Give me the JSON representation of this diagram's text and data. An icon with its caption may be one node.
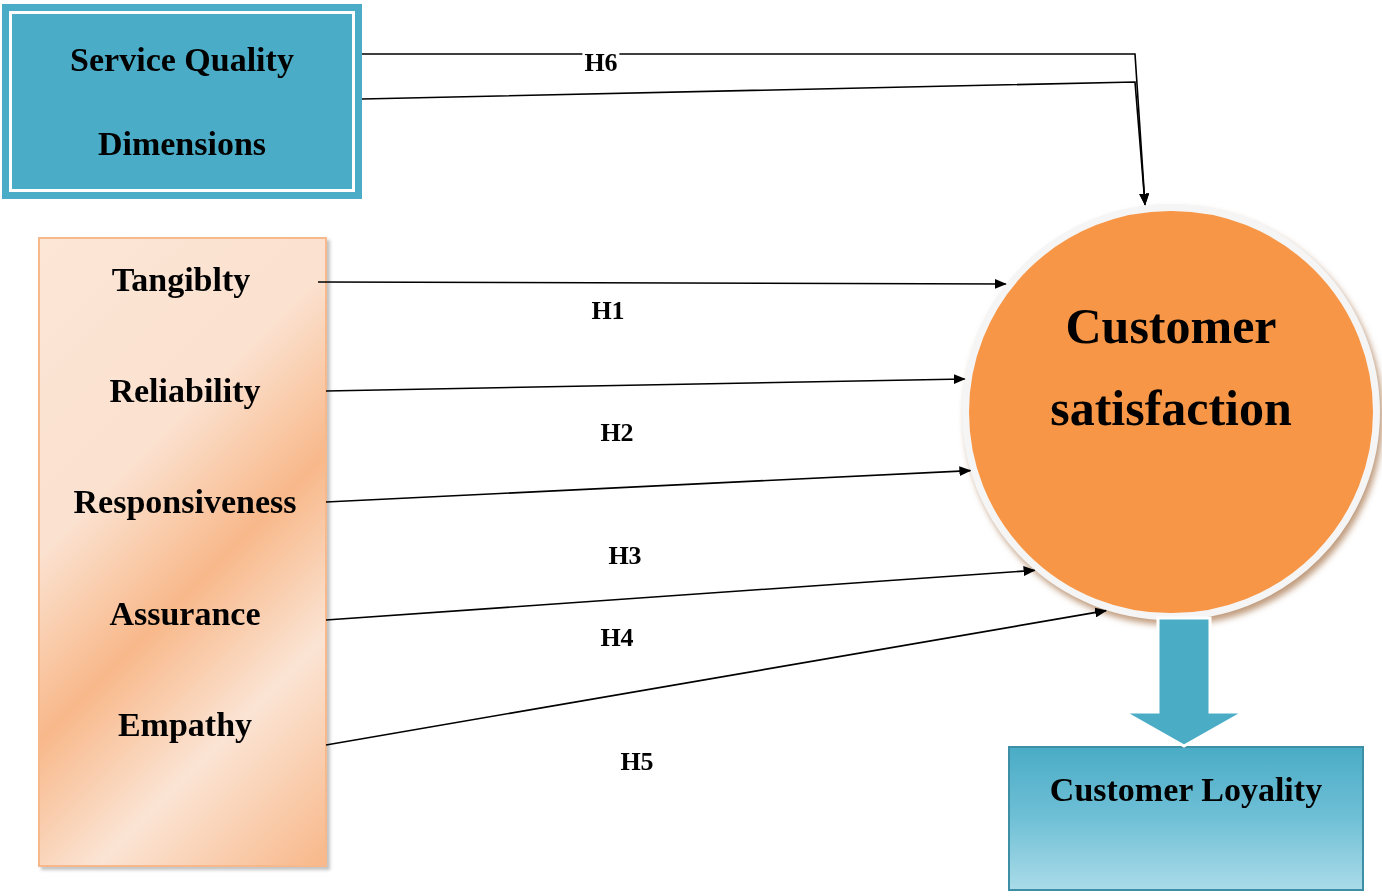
{
  "diagram": {
    "nodes": [
      {
        "text": [
          "Service Quality Dimensions"
        ]
      },
      {
        "text": [],
        "shape": "box"
      },
      {
        "text": [
          "Tangiblty"
        ],
        "in": 1
      },
      {
        "text": [
          "Reliability"
        ],
        "in": 1
      },
      {
        "text": [
          "Responsiveness"
        ],
        "in": 1
      },
      {
        "text": [
          "Assurance"
        ],
        "in": 1
      },
      {
        "text": [
          "Empathy"
        ],
        "in": 1
      },
      {
        "text": [
          "Customer satisfaction"
        ]
      },
      {
        "text": [
          "Customer Loyality"
        ]
      }
    ],
    "edges": [
      {
        "from": 0,
        "to": 7,
        "arrow": "to",
        "label": "H6"
      },
      {
        "from": 0,
        "to": 7,
        "arrow": "to"
      },
      {
        "from": 2,
        "to": 7,
        "arrow": "to",
        "label": "H1"
      },
      {
        "from": 3,
        "to": 7,
        "arrow": "to",
        "label": "H2"
      },
      {
        "from": 4,
        "to": 7,
        "arrow": "to",
        "label": "H3"
      },
      {
        "from": 5,
        "to": 7,
        "arrow": "to",
        "label": "H4"
      },
      {
        "from": 6,
        "to": 7,
        "arrow": "to",
        "label": "H5"
      },
      {
        "from": 7,
        "to": 8,
        "arrow": "to",
        "style": "thick",
        "color": "#4bacc6"
      }
    ]
  }
}
